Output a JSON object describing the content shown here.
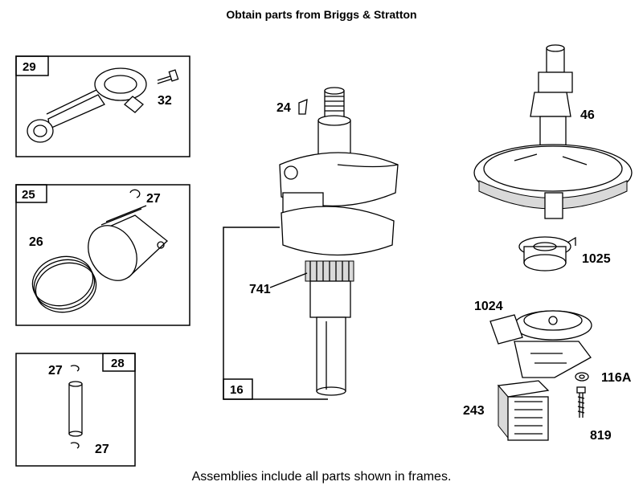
{
  "header": {
    "title": "Obtain parts from Briggs & Stratton"
  },
  "footer": {
    "note": "Assemblies include all parts shown in frames."
  },
  "frames": {
    "f29": "29",
    "f25": "25",
    "f28": "28",
    "f16": "16"
  },
  "parts": {
    "p32": "32",
    "p27a": "27",
    "p26": "26",
    "p27b": "27",
    "p27c": "27",
    "p24": "24",
    "p741": "741",
    "p46": "46",
    "p1025": "1025",
    "p1024": "1024",
    "p116A": "116A",
    "p243": "243",
    "p819": "819"
  }
}
